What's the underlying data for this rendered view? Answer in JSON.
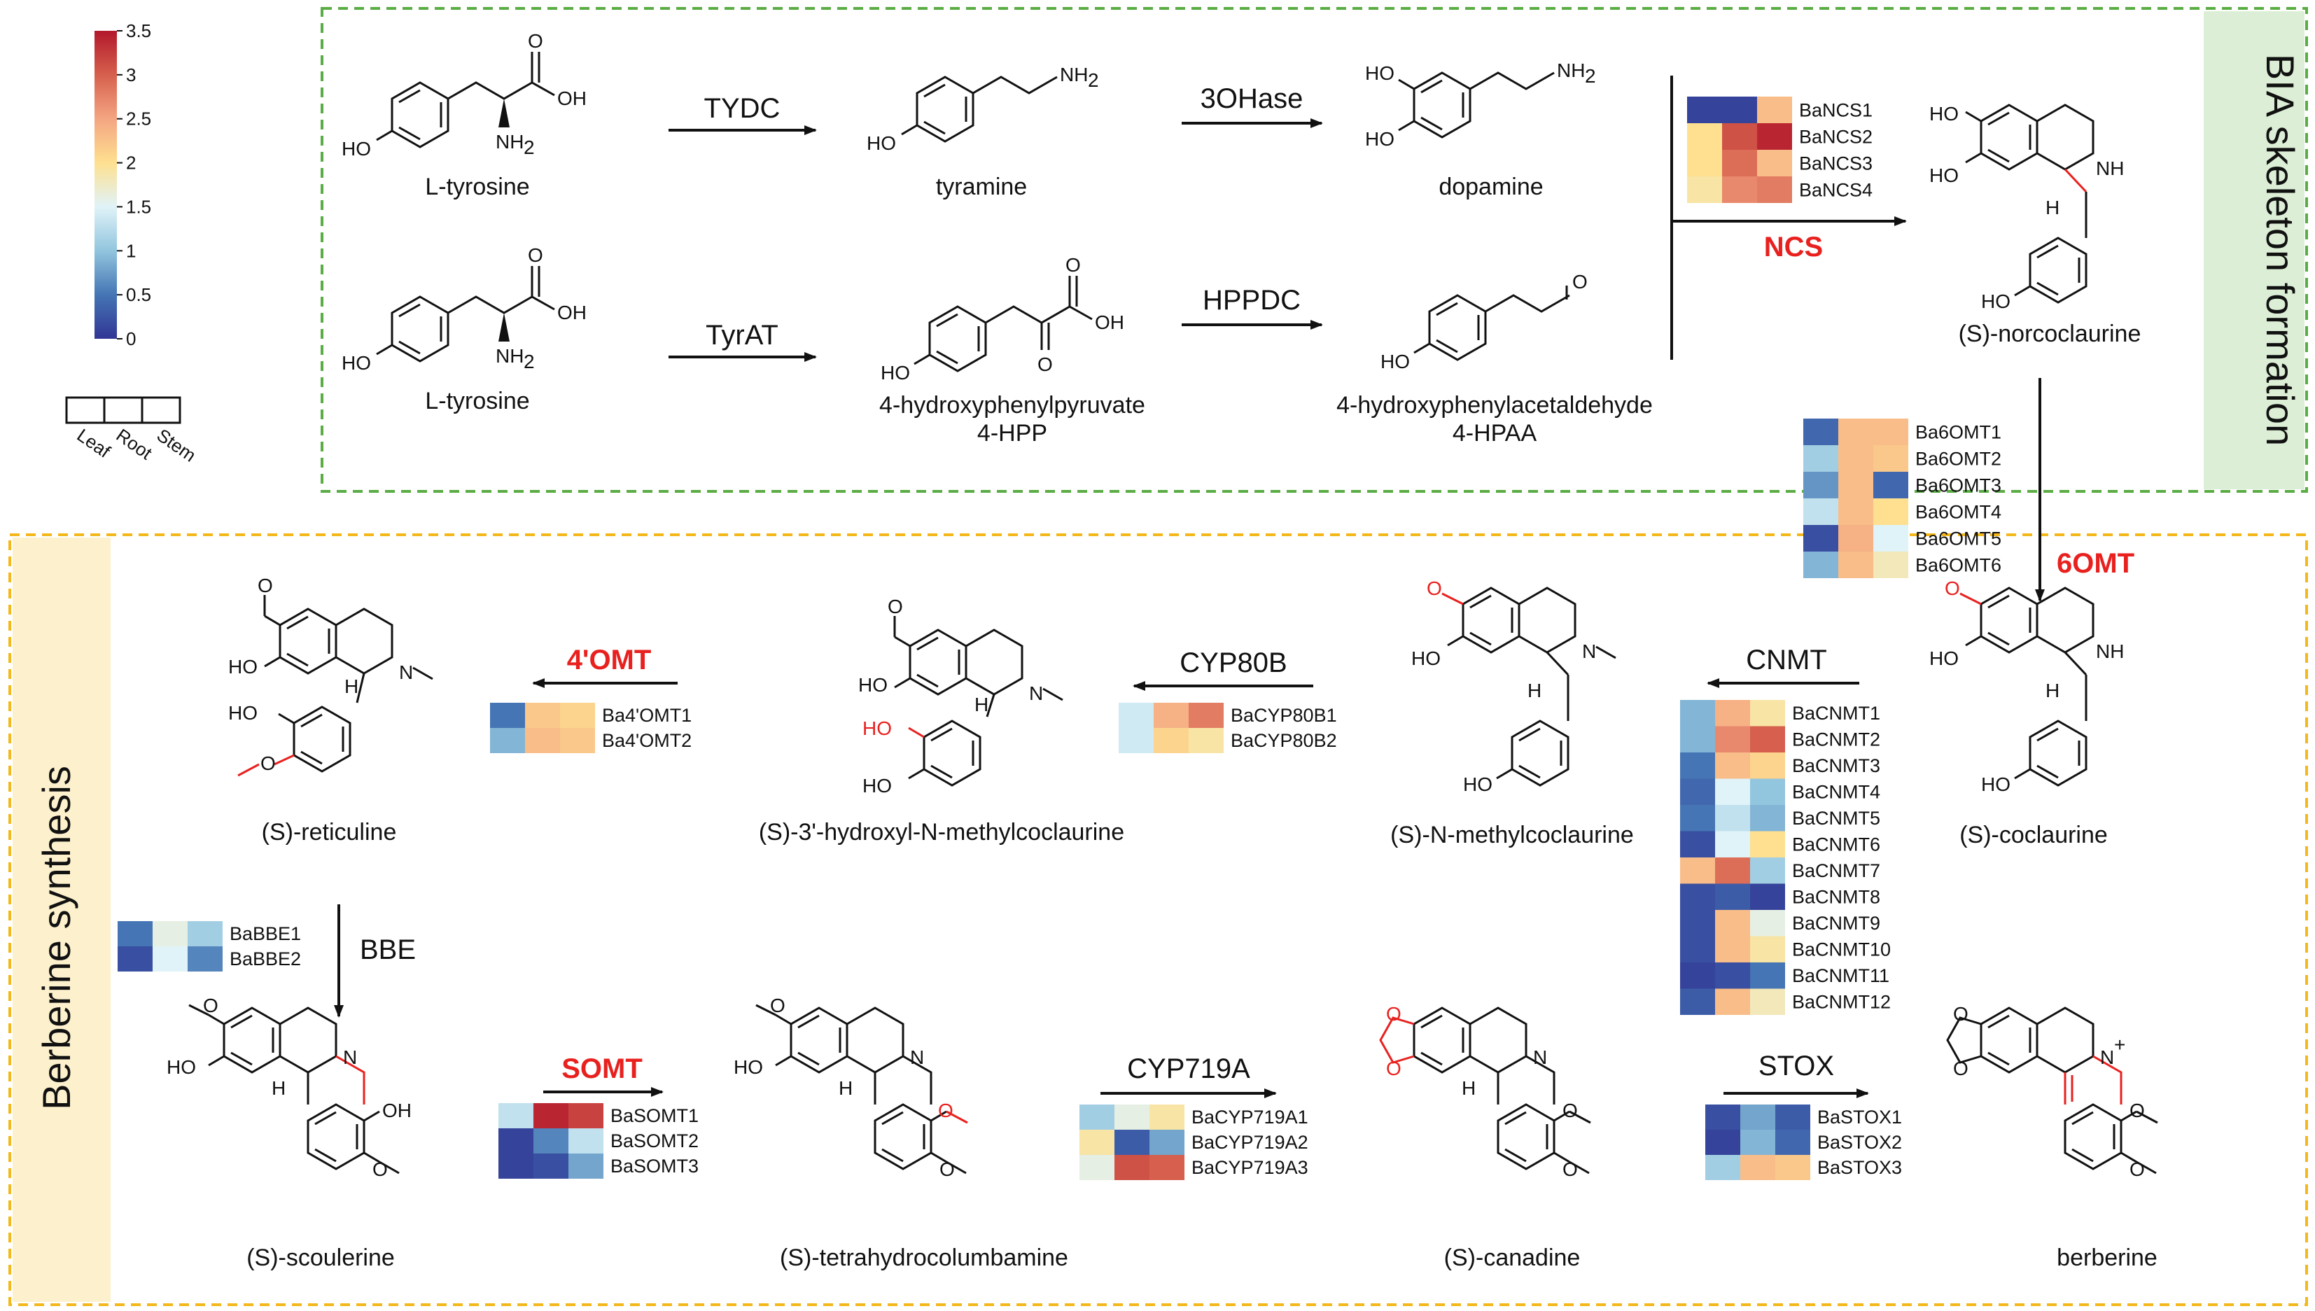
{
  "sections": {
    "bia": "BIA skeleton formation",
    "berberine": "Berberine synthesis"
  },
  "colorbar": {
    "ticks": [
      "3.5",
      "3",
      "2.5",
      "2",
      "1.5",
      "1",
      "0.5",
      "0"
    ],
    "stops": [
      "#b2182b",
      "#d6604d",
      "#f4a582",
      "#fee090",
      "#e0f3f8",
      "#92c5de",
      "#4575b4",
      "#313695"
    ]
  },
  "tissue_legend": [
    "Leaf",
    "Root",
    "Stem"
  ],
  "compounds": {
    "ltyr1": "L-tyrosine",
    "tyramine": "tyramine",
    "dopamine": "dopamine",
    "ltyr2": "L-tyrosine",
    "hpp": "4-hydroxyphenylpyruvate",
    "hpp_abbr": "4-HPP",
    "hpaa": "4-hydroxyphenylacetaldehyde",
    "hpaa_abbr": "4-HPAA",
    "norcoclaurine": "(S)-norcoclaurine",
    "coclaurine": "(S)-coclaurine",
    "nmc": "(S)-N-methylcoclaurine",
    "hnmc": "(S)-3'-hydroxyl-N-methylcoclaurine",
    "reticuline": "(S)-reticuline",
    "scoulerine": "(S)-scoulerine",
    "thc": "(S)-tetrahydrocolumbamine",
    "canadine": "(S)-canadine",
    "berberine": "berberine"
  },
  "enzymes": {
    "tydc": "TYDC",
    "ohase": "3OHase",
    "tyrat": "TyrAT",
    "hppdc": "HPPDC",
    "ncs": "NCS",
    "omt6": "6OMT",
    "cnmt": "CNMT",
    "cyp80b": "CYP80B",
    "omt4": "4'OMT",
    "bbe": "BBE",
    "somt": "SOMT",
    "cyp719a": "CYP719A",
    "stox": "STOX"
  },
  "atoms": {
    "oh": "OH",
    "ho": "HO",
    "o": "O",
    "nh2": "NH",
    "sub2": "2",
    "nh": "NH",
    "n": "N",
    "h": "H",
    "plus": "+"
  },
  "heatmaps": [
    {
      "id": "ncs",
      "genes": [
        "BaNCS1",
        "BaNCS2",
        "BaNCS3",
        "BaNCS4"
      ],
      "values": [
        [
          0.1,
          0.1,
          2.3
        ],
        [
          2.0,
          3.1,
          3.4
        ],
        [
          2.0,
          2.9,
          2.3
        ],
        [
          1.9,
          2.7,
          2.8
        ]
      ]
    },
    {
      "id": "6omt",
      "genes": [
        "Ba6OMT1",
        "Ba6OMT2",
        "Ba6OMT3",
        "Ba6OMT4",
        "Ba6OMT5",
        "Ba6OMT6"
      ],
      "values": [
        [
          0.4,
          2.3,
          2.3
        ],
        [
          1.1,
          2.3,
          2.2
        ],
        [
          0.7,
          2.3,
          0.4
        ],
        [
          1.3,
          2.3,
          2.0
        ],
        [
          0.2,
          2.4,
          1.5
        ],
        [
          0.9,
          2.3,
          1.8
        ]
      ]
    },
    {
      "id": "cnmt",
      "genes": [
        "BaCNMT1",
        "BaCNMT2",
        "BaCNMT3",
        "BaCNMT4",
        "BaCNMT5",
        "BaCNMT6",
        "BaCNMT7",
        "BaCNMT8",
        "BaCNMT9",
        "BaCNMT10",
        "BaCNMT11",
        "BaCNMT12"
      ],
      "values": [
        [
          0.9,
          2.4,
          1.9
        ],
        [
          0.9,
          2.7,
          3.0
        ],
        [
          0.5,
          2.3,
          2.1
        ],
        [
          0.4,
          1.5,
          1.0
        ],
        [
          0.5,
          1.3,
          0.9
        ],
        [
          0.2,
          1.5,
          2.0
        ],
        [
          2.3,
          2.9,
          1.1
        ],
        [
          0.2,
          0.3,
          0.1
        ],
        [
          0.2,
          2.3,
          1.6
        ],
        [
          0.2,
          2.3,
          1.9
        ],
        [
          0.1,
          0.2,
          0.5
        ],
        [
          0.3,
          2.3,
          1.8
        ]
      ]
    },
    {
      "id": "4omt",
      "genes": [
        "Ba4'OMT1",
        "Ba4'OMT2"
      ],
      "values": [
        [
          0.5,
          2.2,
          2.1
        ],
        [
          0.9,
          2.3,
          2.2
        ]
      ]
    },
    {
      "id": "cyp80b",
      "genes": [
        "BaCYP80B1",
        "BaCYP80B2"
      ],
      "values": [
        [
          1.4,
          2.4,
          2.8
        ],
        [
          1.4,
          2.1,
          1.9
        ]
      ]
    },
    {
      "id": "bbe",
      "genes": [
        "BaBBE1",
        "BaBBE2"
      ],
      "values": [
        [
          0.5,
          1.6,
          1.1
        ],
        [
          0.2,
          1.5,
          0.6
        ]
      ]
    },
    {
      "id": "somt",
      "genes": [
        "BaSOMT1",
        "BaSOMT2",
        "BaSOMT3"
      ],
      "values": [
        [
          1.3,
          3.4,
          3.2
        ],
        [
          0.1,
          0.6,
          1.3
        ],
        [
          0.1,
          0.2,
          0.8
        ]
      ]
    },
    {
      "id": "cyp719a",
      "genes": [
        "BaCYP719A1",
        "BaCYP719A2",
        "BaCYP719A3"
      ],
      "values": [
        [
          1.1,
          1.6,
          1.9
        ],
        [
          1.9,
          0.3,
          0.8
        ],
        [
          1.6,
          3.1,
          3.0
        ]
      ]
    },
    {
      "id": "stox",
      "genes": [
        "BaSTOX1",
        "BaSTOX2",
        "BaSTOX3"
      ],
      "values": [
        [
          0.2,
          0.8,
          0.3
        ],
        [
          0.1,
          0.9,
          0.4
        ],
        [
          1.1,
          2.3,
          2.2
        ]
      ]
    }
  ]
}
